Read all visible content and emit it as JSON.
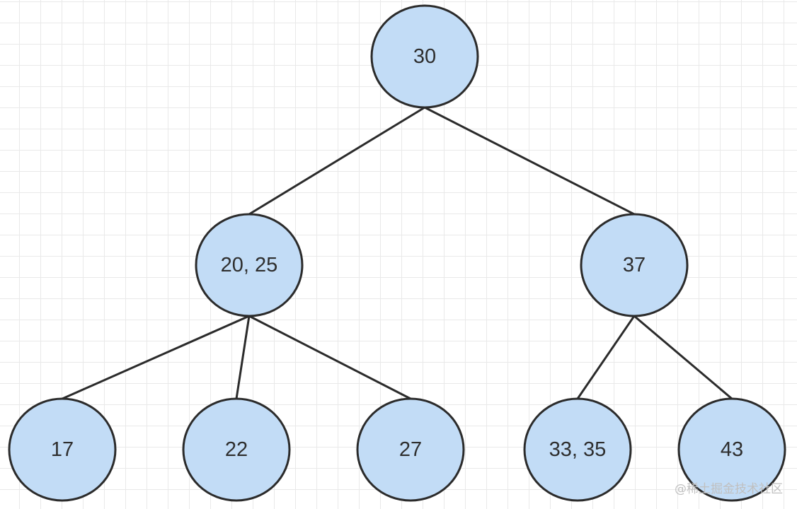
{
  "diagram": {
    "nodes": [
      {
        "id": "n30",
        "label": "30"
      },
      {
        "id": "n2025",
        "label": "20, 25"
      },
      {
        "id": "n37",
        "label": "37"
      },
      {
        "id": "n17",
        "label": "17"
      },
      {
        "id": "n22",
        "label": "22"
      },
      {
        "id": "n27",
        "label": "27"
      },
      {
        "id": "n3335",
        "label": "33, 35"
      },
      {
        "id": "n43",
        "label": "43"
      }
    ],
    "edges": [
      {
        "from": "n30",
        "to": "n2025"
      },
      {
        "from": "n30",
        "to": "n37"
      },
      {
        "from": "n2025",
        "to": "n17"
      },
      {
        "from": "n2025",
        "to": "n22"
      },
      {
        "from": "n2025",
        "to": "n27"
      },
      {
        "from": "n37",
        "to": "n3335"
      },
      {
        "from": "n37",
        "to": "n43"
      }
    ],
    "colors": {
      "node_fill": "#c2dcf6",
      "node_stroke": "#2b2b2b",
      "edge": "#2b2b2b",
      "grid": "#e9e9e9"
    }
  },
  "watermark": "@稀土掘金技术社区"
}
